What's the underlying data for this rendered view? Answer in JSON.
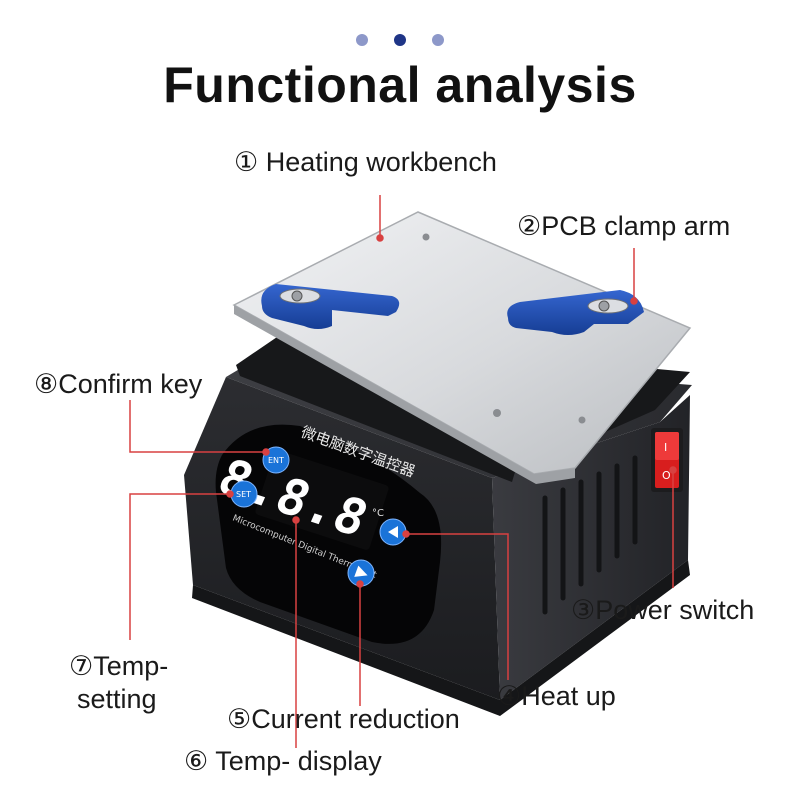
{
  "header": {
    "title": "Functional analysis",
    "dot_colors": [
      "#8d98c9",
      "#1f3587",
      "#8d98c9"
    ]
  },
  "device": {
    "panel_text_cn": "微电脑数字温控器",
    "panel_text_en": "Microcomputer Digital Thermostat",
    "display_digits": "8.8.8",
    "unit": "°C",
    "button_ent": "ENT",
    "button_set": "SET",
    "switch_on": "I",
    "switch_off": "O"
  },
  "callouts": {
    "heating_workbench": "① Heating workbench",
    "pcb_clamp_arm": "②PCB clamp arm",
    "power_switch": "③Power switch",
    "heat_up": "④Heat up",
    "current_reduction": "⑤Current reduction",
    "temp_display": "⑥ Temp- display",
    "temp_setting_line1": "⑦Temp-",
    "temp_setting_line2": "setting",
    "confirm_key": "⑧Confirm key"
  },
  "colors": {
    "callout_line": "#d84141",
    "clamp_blue": "#1e4bb0",
    "button_blue": "#1a73d8",
    "switch_red": "#d81e1e",
    "display_red": "#ff2828"
  }
}
